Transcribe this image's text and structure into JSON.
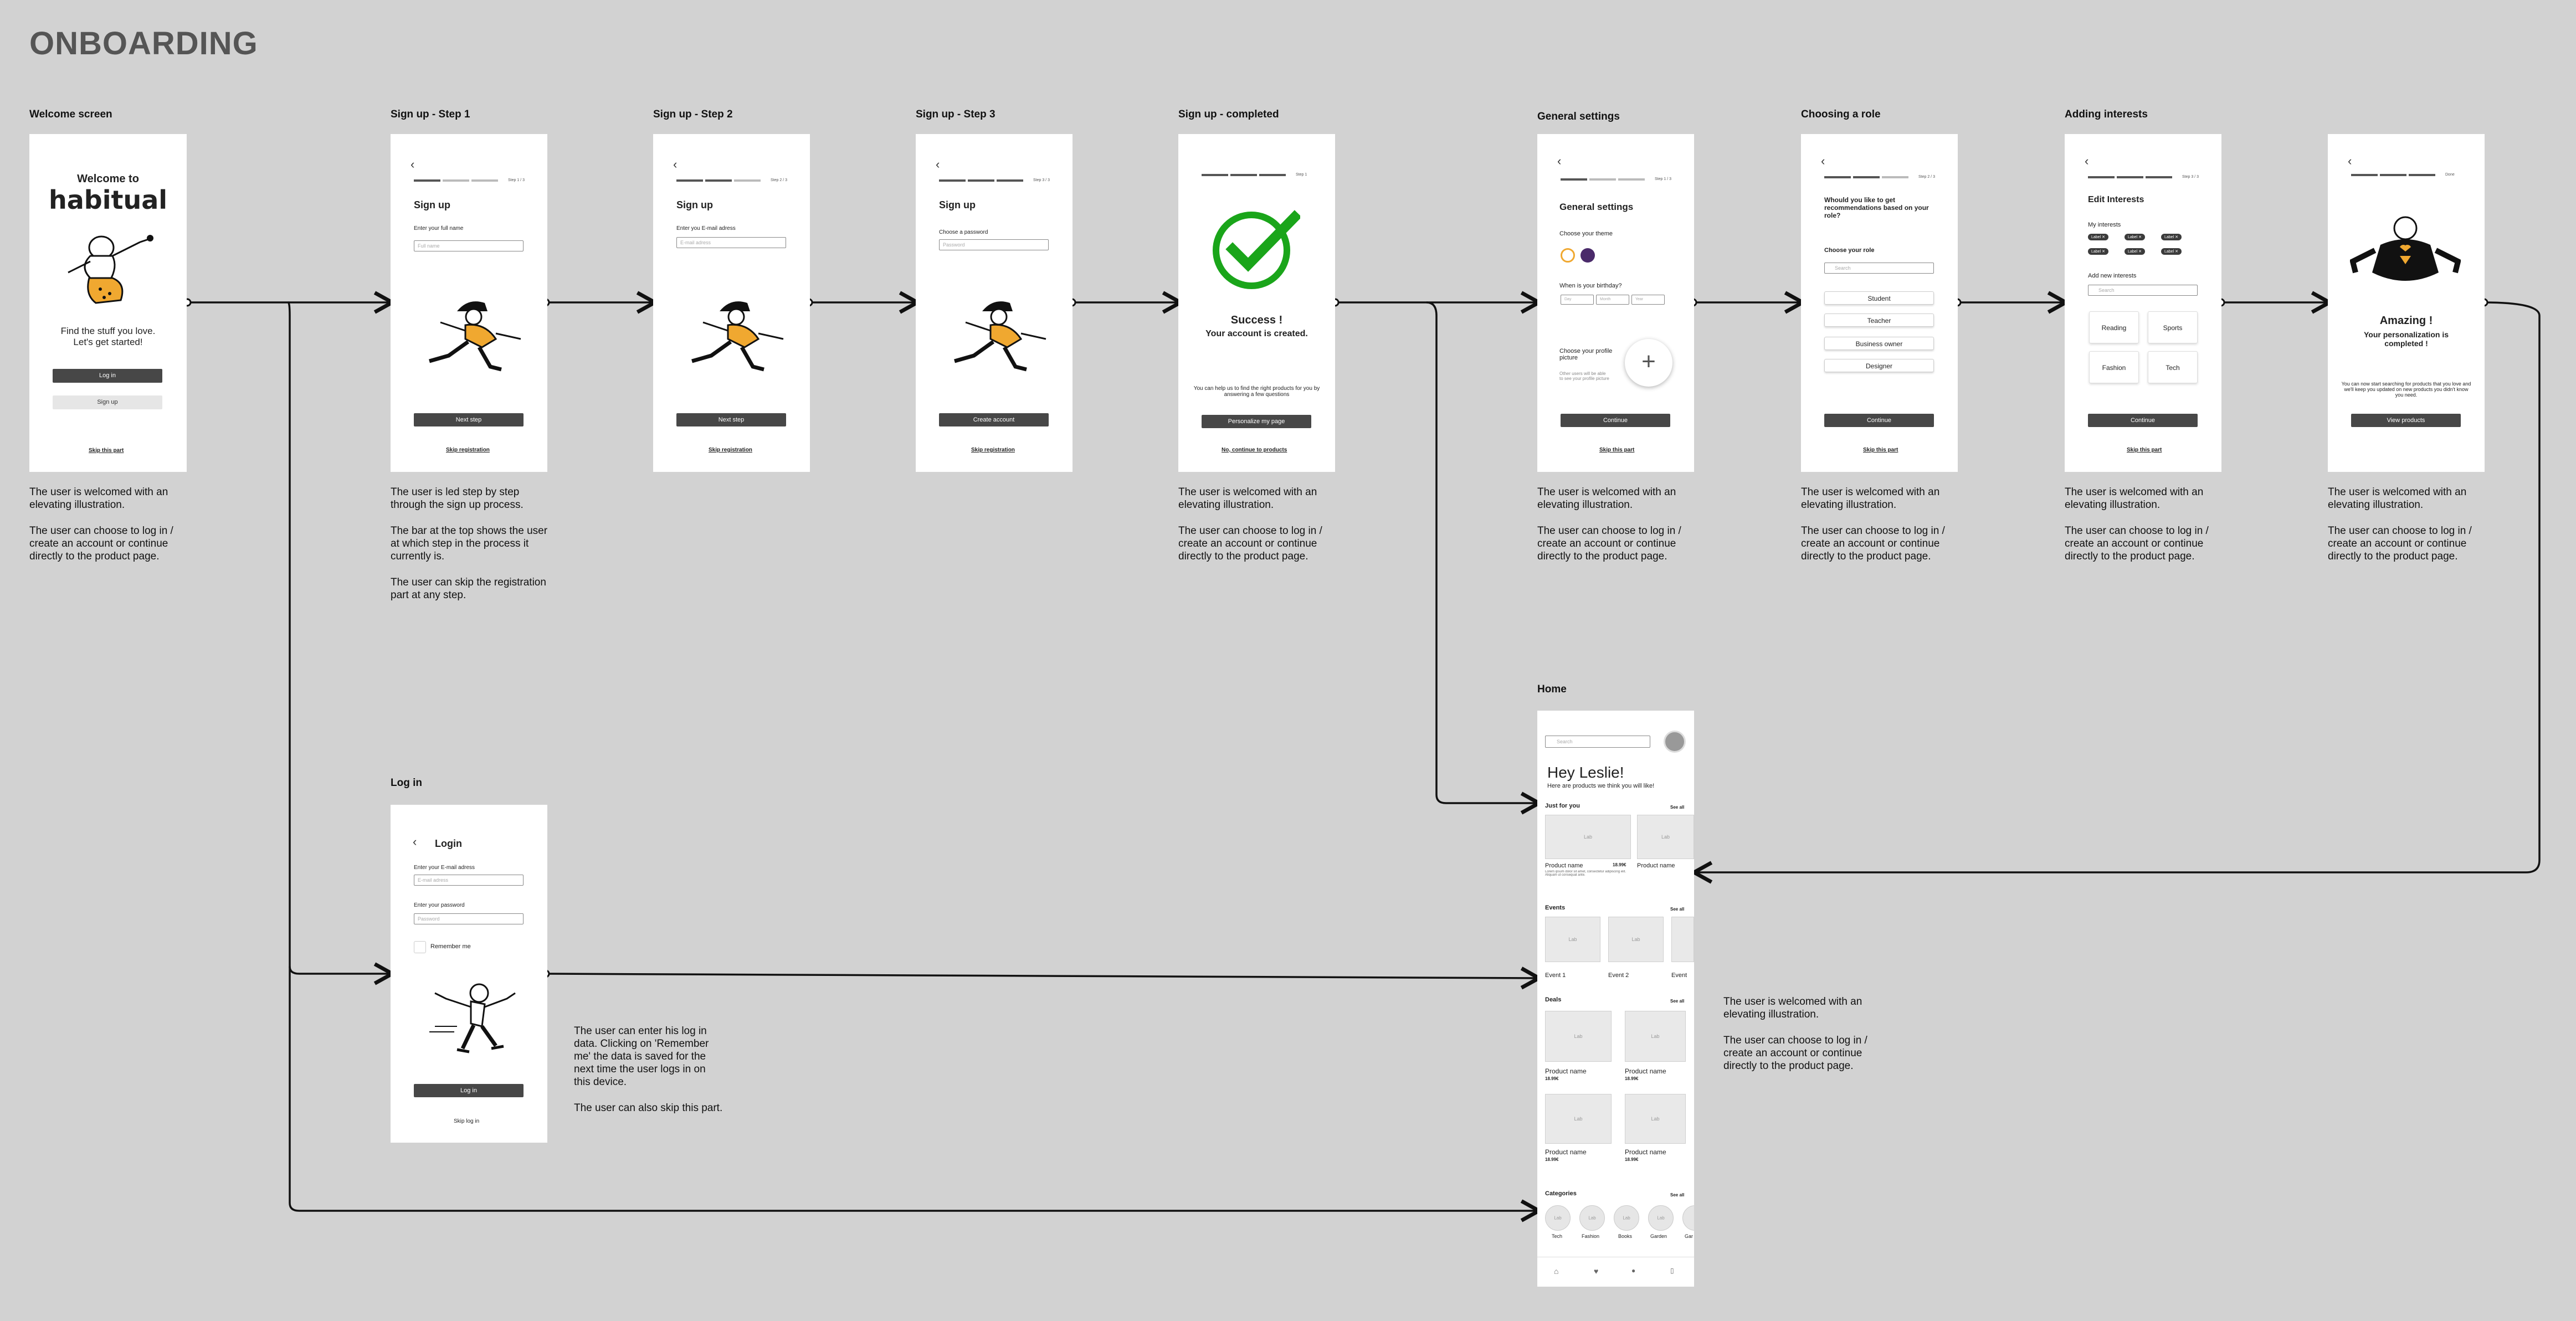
{
  "page_title": "ONBOARDING",
  "frames": {
    "welcome": {
      "label": "Welcome screen",
      "welcome_to": "Welcome to",
      "brand": "habitual",
      "tagline": "Find the stuff you love.",
      "tagline2": "Let's get started!",
      "login": "Log in",
      "signup": "Sign up",
      "skip": "Skip this part",
      "desc": [
        "The user is welcomed with an elevating illustration.",
        "The user can choose to log in / create an account or continue directly to the product page."
      ]
    },
    "step1": {
      "label": "Sign up - Step 1",
      "heading": "Sign up",
      "step": "Step 1 / 3",
      "field_label": "Enter your full name",
      "placeholder": "Full name",
      "button": "Next step",
      "skip": "Skip registration",
      "desc": [
        "The user is led step by step through the sign up process.",
        "The bar at the top shows the user at which step in the process it currently is.",
        "The user can skip the registration part at any step."
      ]
    },
    "step2": {
      "label": "Sign up - Step 2",
      "heading": "Sign up",
      "step": "Step 2 / 3",
      "field_label": "Enter you E-mail adress",
      "placeholder": "E-mail adress",
      "button": "Next step",
      "skip": "Skip registration"
    },
    "step3": {
      "label": "Sign up - Step 3",
      "heading": "Sign up",
      "step": "Step 3 / 3",
      "field_label": "Choose a password",
      "placeholder": "Password",
      "button": "Create account",
      "skip": "Skip registration"
    },
    "completed": {
      "label": "Sign up - completed",
      "step": "Step 1",
      "success": "Success !",
      "created": "Your account is created.",
      "info": "You can help us to find the right products for you by answering a few questions",
      "button": "Personalize my page",
      "skip": "No, continue to products",
      "desc": [
        "The user is welcomed with an elevating illustration.",
        "The user can choose to log in / create an account or continue directly to the product page."
      ]
    },
    "general": {
      "label": "General settings",
      "heading": "General settings",
      "step": "Step 1 / 3",
      "theme": "Choose your theme",
      "birthday": "When is your birthday?",
      "day": "Day",
      "month": "Month",
      "year": "Year",
      "picture": "Choose your profile picture",
      "picture_hint": "Other users will be able to see your profile picture",
      "button": "Continue",
      "skip": "Skip this part",
      "desc": [
        "The user is welcomed with an elevating illustration.",
        "The user can choose to log in / create an account or continue directly to the product page."
      ]
    },
    "role": {
      "label": "Choosing a role",
      "step": "Step 2 / 3",
      "question": "Whould you like to get recommendations based on your role?",
      "choose": "Choose your role",
      "search": "Search",
      "roles": [
        "Student",
        "Teacher",
        "Business owner",
        "Designer"
      ],
      "button": "Continue",
      "skip": "Skip this part",
      "desc": [
        "The user is welcomed with an elevating illustration.",
        "The user can choose to log in / create an account or continue directly to the product page."
      ]
    },
    "interests": {
      "label": "Adding interests",
      "step": "Step 3 / 3",
      "heading": "Edit Interests",
      "my": "My interests",
      "chips": [
        "Label",
        "Label",
        "Label",
        "Label",
        "Label",
        "Label"
      ],
      "add": "Add new interests",
      "search": "Search",
      "cards": [
        "Reading",
        "Sports",
        "Fashion",
        "Tech"
      ],
      "button": "Continue",
      "skip": "Skip this part",
      "desc": [
        "The user is welcomed with an elevating illustration.",
        "The user can choose to log in / create an account or continue directly to the product page."
      ]
    },
    "amazing": {
      "step": "Done",
      "title": "Amazing !",
      "subtitle": "Your personalization is completed !",
      "info": "You can now start searching for products that you love and we'll keep you updated on new products you didn't know you need.",
      "button": "View products",
      "desc": [
        "The user is welcomed with an elevating illustration.",
        "The user can choose to log in / create an account or continue directly to the product page."
      ]
    },
    "login": {
      "label": "Log in",
      "heading": "Login",
      "email_label": "Enter your E-mail adress",
      "email_ph": "E-mail adress",
      "pw_label": "Enter your password",
      "pw_ph": "Password",
      "remember": "Remember me",
      "button": "Log in",
      "skip": "Skip log in",
      "desc": [
        "The user can enter his log in data. Clicking on 'Remember me' the data is saved for the next time the user logs in on this device.",
        "The user can also skip this part."
      ]
    },
    "home": {
      "label": "Home",
      "search": "Search",
      "greeting": "Hey Leslie!",
      "sub": "Here are products we think you will like!",
      "jfy": "Just for you",
      "see_all": "See all",
      "product": "Product name",
      "price": "18.99€",
      "lorem": "Lorem ipsum dolor sit amet, consectetur adipiscing elit. Aliquam ut consequat ante.",
      "events": "Events",
      "event1": "Event 1",
      "event2": "Event 2",
      "event3": "Event",
      "deals": "Deals",
      "categories": "Categories",
      "cats": [
        "Tech",
        "Fashion",
        "Books",
        "Garden",
        "Gar"
      ],
      "img": "Lab",
      "desc": [
        "The user is welcomed with an elevating illustration.",
        "The user can choose to log in / create an account or continue directly to the product page."
      ]
    }
  }
}
